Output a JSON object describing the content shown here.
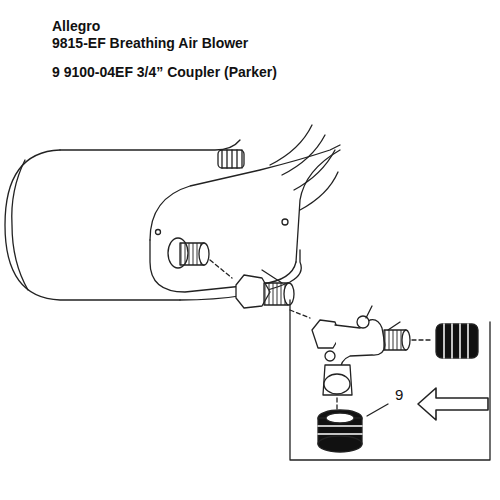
{
  "diagram": {
    "title": "Allegro",
    "labels": [
      "9815-EF Breathing Air Blower",
      "9 9100-04EF 3/4” Coupler (Parker)",
      "9"
    ]
  }
}
